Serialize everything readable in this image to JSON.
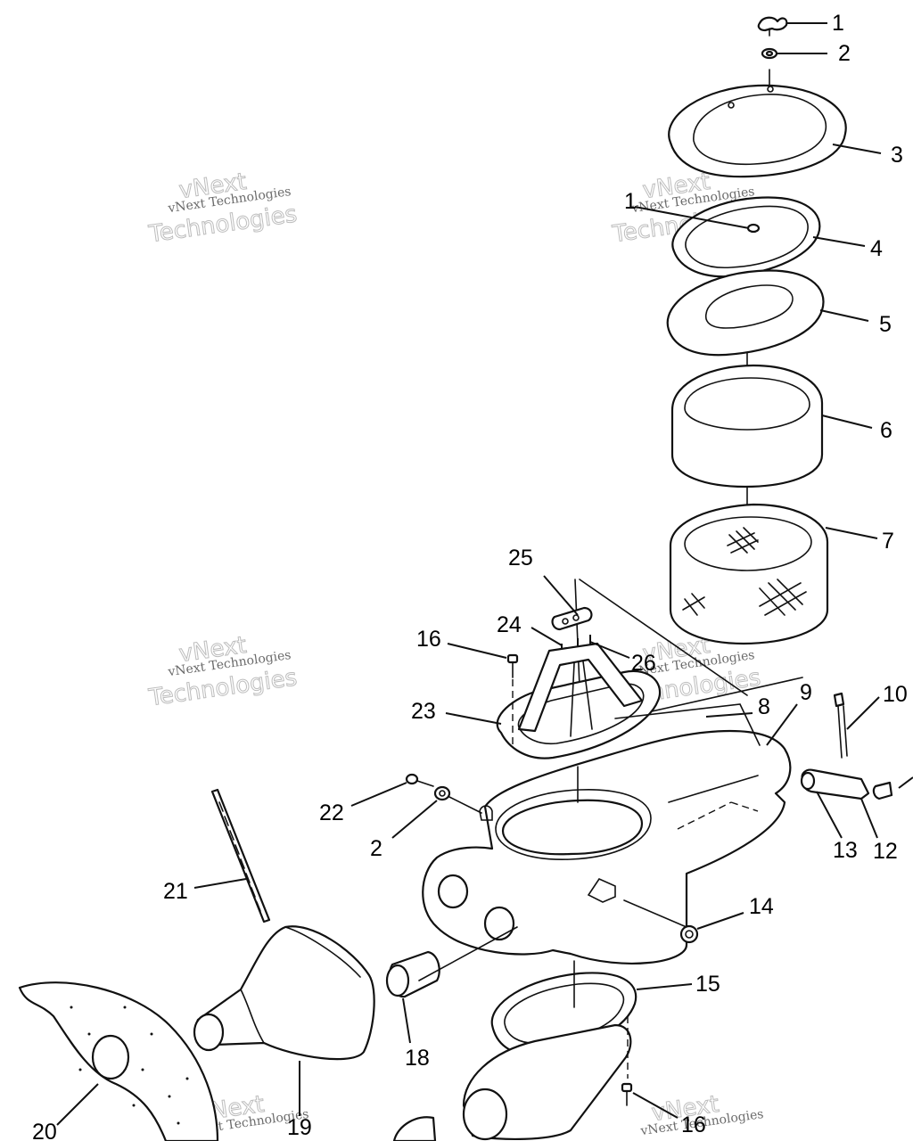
{
  "callouts": [
    {
      "label": "1"
    },
    {
      "label": "2"
    },
    {
      "label": "3"
    },
    {
      "label": "1"
    },
    {
      "label": "4"
    },
    {
      "label": "5"
    },
    {
      "label": "6"
    },
    {
      "label": "7"
    },
    {
      "label": "25"
    },
    {
      "label": "24"
    },
    {
      "label": "26"
    },
    {
      "label": "16"
    },
    {
      "label": "23"
    },
    {
      "label": "8"
    },
    {
      "label": "9"
    },
    {
      "label": "10"
    },
    {
      "label": "22"
    },
    {
      "label": "2"
    },
    {
      "label": "13"
    },
    {
      "label": "12"
    },
    {
      "label": "21"
    },
    {
      "label": "14"
    },
    {
      "label": "15"
    },
    {
      "label": "18"
    },
    {
      "label": "20"
    },
    {
      "label": "19"
    },
    {
      "label": "16"
    }
  ],
  "watermark": {
    "brand_big": "vNext",
    "company_line": "vNext Technologies",
    "word_big": "Technologies"
  }
}
